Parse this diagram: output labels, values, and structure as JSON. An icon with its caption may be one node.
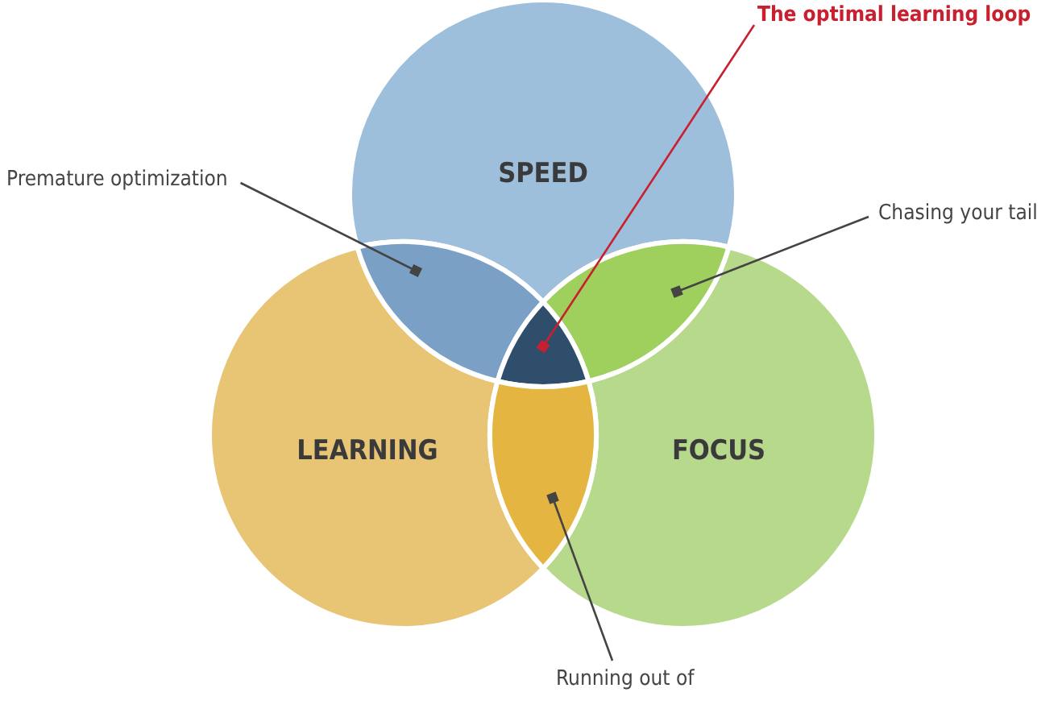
{
  "diagram": {
    "nodes": [
      {
        "text": [
          "SPEED"
        ]
      },
      {
        "text": [
          "LEARNING"
        ]
      },
      {
        "text": [
          "FOCUS"
        ]
      },
      {
        "text": [],
        "shape": "lens"
      },
      {
        "text": [],
        "shape": "lens"
      },
      {
        "text": [],
        "shape": "triangle"
      },
      {
        "text": [],
        "shape": "lens"
      },
      {
        "text": [
          "The optimal learning loop"
        ]
      },
      {
        "text": [
          "Premature optimization"
        ]
      },
      {
        "text": [
          "Chasing your tail"
        ]
      },
      {
        "text": [
          "Running out of"
        ]
      }
    ],
    "edges": [
      {
        "from": 7,
        "to": 5,
        "arrow": "other",
        "color": "#c8202f"
      },
      {
        "from": 8,
        "to": 3,
        "arrow": "other"
      },
      {
        "from": 9,
        "to": 4,
        "arrow": "other"
      },
      {
        "from": 10,
        "to": 6,
        "arrow": "other"
      }
    ]
  }
}
